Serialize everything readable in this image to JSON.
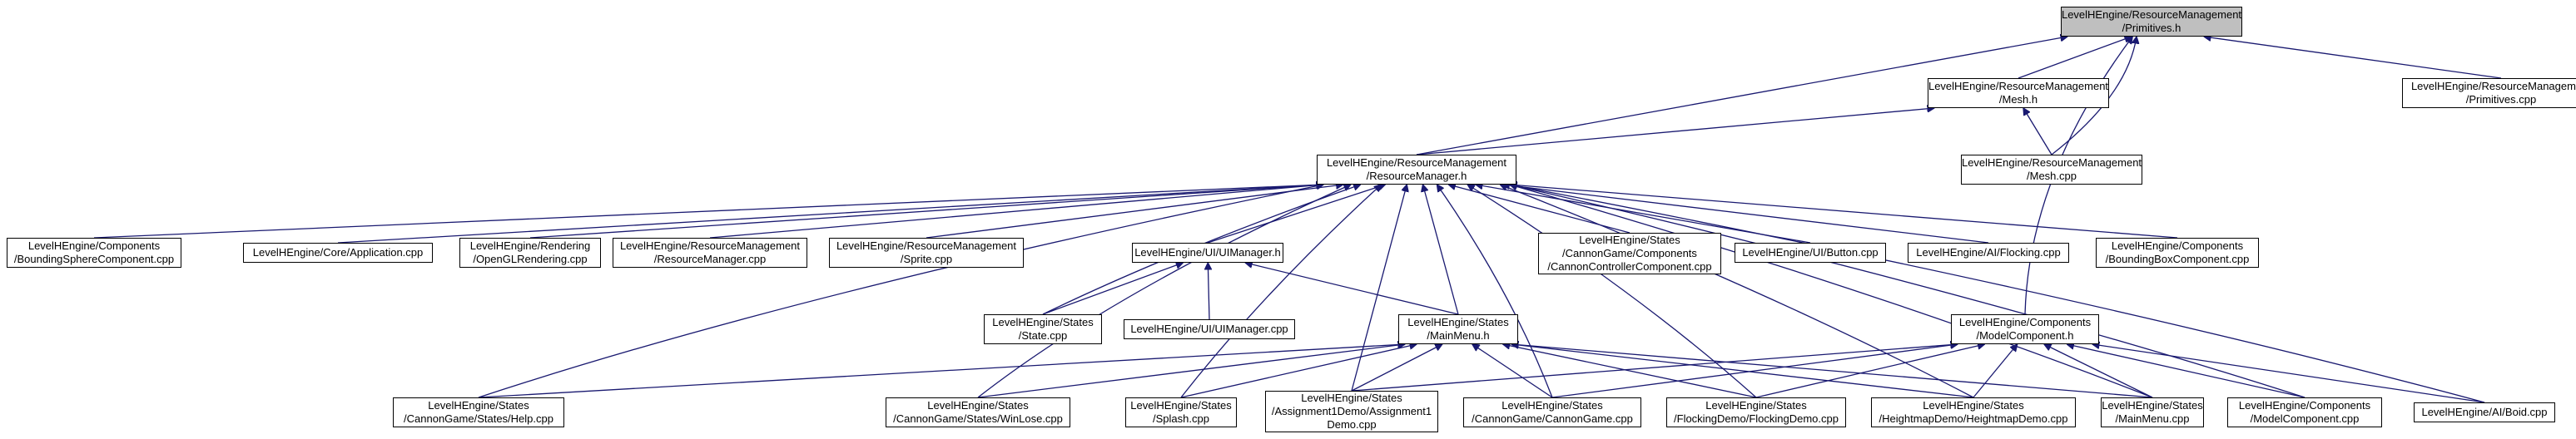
{
  "colors": {
    "edge": "#191970",
    "focus_fill": "#bfbfbf",
    "node_border": "#000000"
  },
  "nodes": {
    "primitives_h": "LevelHEngine/ResourceManagement\n/Primitives.h",
    "mesh_h": "LevelHEngine/ResourceManagement\n/Mesh.h",
    "primitives_cpp": "LevelHEngine/ResourceManagement\n/Primitives.cpp",
    "resourcemanager_h": "LevelHEngine/ResourceManagement\n/ResourceManager.h",
    "mesh_cpp": "LevelHEngine/ResourceManagement\n/Mesh.cpp",
    "boundingsphere_cpp": "LevelHEngine/Components\n/BoundingSphereComponent.cpp",
    "application_cpp": "LevelHEngine/Core/Application.cpp",
    "openglrendering_cpp": "LevelHEngine/Rendering\n/OpenGLRendering.cpp",
    "resourcemanager_cpp": "LevelHEngine/ResourceManagement\n/ResourceManager.cpp",
    "sprite_cpp": "LevelHEngine/ResourceManagement\n/Sprite.cpp",
    "uimanager_h": "LevelHEngine/UI/UIManager.h",
    "cannoncontroller_cpp": "LevelHEngine/States\n/CannonGame/Components\n/CannonControllerComponent.cpp",
    "uibutton_cpp": "LevelHEngine/UI/Button.cpp",
    "flocking_cpp": "LevelHEngine/AI/Flocking.cpp",
    "boundingbox_cpp": "LevelHEngine/Components\n/BoundingBoxComponent.cpp",
    "state_cpp": "LevelHEngine/States\n/State.cpp",
    "uimanager_cpp": "LevelHEngine/UI/UIManager.cpp",
    "mainmenu_h": "LevelHEngine/States\n/MainMenu.h",
    "modelcomponent_h": "LevelHEngine/Components\n/ModelComponent.h",
    "help_cpp": "LevelHEngine/States\n/CannonGame/States/Help.cpp",
    "winlose_cpp": "LevelHEngine/States\n/CannonGame/States/WinLose.cpp",
    "splash_cpp": "LevelHEngine/States\n/Splash.cpp",
    "assignment1demo_cpp": "LevelHEngine/States\n/Assignment1Demo/Assignment1\nDemo.cpp",
    "cannongame_cpp": "LevelHEngine/States\n/CannonGame/CannonGame.cpp",
    "flockingdemo_cpp": "LevelHEngine/States\n/FlockingDemo/FlockingDemo.cpp",
    "heightmapdemo_cpp": "LevelHEngine/States\n/HeightmapDemo/HeightmapDemo.cpp",
    "mainmenu_cpp": "LevelHEngine/States\n/MainMenu.cpp",
    "modelcomponent_cpp": "LevelHEngine/Components\n/ModelComponent.cpp",
    "boid_cpp": "LevelHEngine/AI/Boid.cpp"
  }
}
